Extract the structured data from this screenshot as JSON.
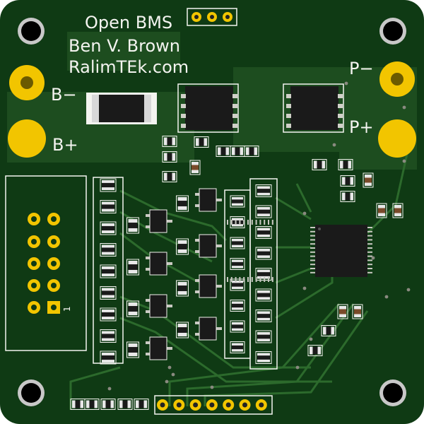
{
  "board": {
    "title_lines": [
      "Open BMS",
      "Ben V. Brown",
      "RalimTEk.com"
    ],
    "pads": {
      "b_minus": "B−",
      "b_plus": "B+",
      "p_minus": "P−",
      "p_plus": "P+"
    },
    "header_pin1_label": "1",
    "colors": {
      "pcb": "#0f3a14",
      "pcb_copper_fill": "#1d4d1f",
      "trace": "#2c6a2c",
      "gold": "#f2c500",
      "silkscreen": "#f4f4f0",
      "ic_body": "#1a1a1a",
      "smd_cap": "#e8e8e8",
      "smd_resistor": "#c5a06e"
    }
  }
}
